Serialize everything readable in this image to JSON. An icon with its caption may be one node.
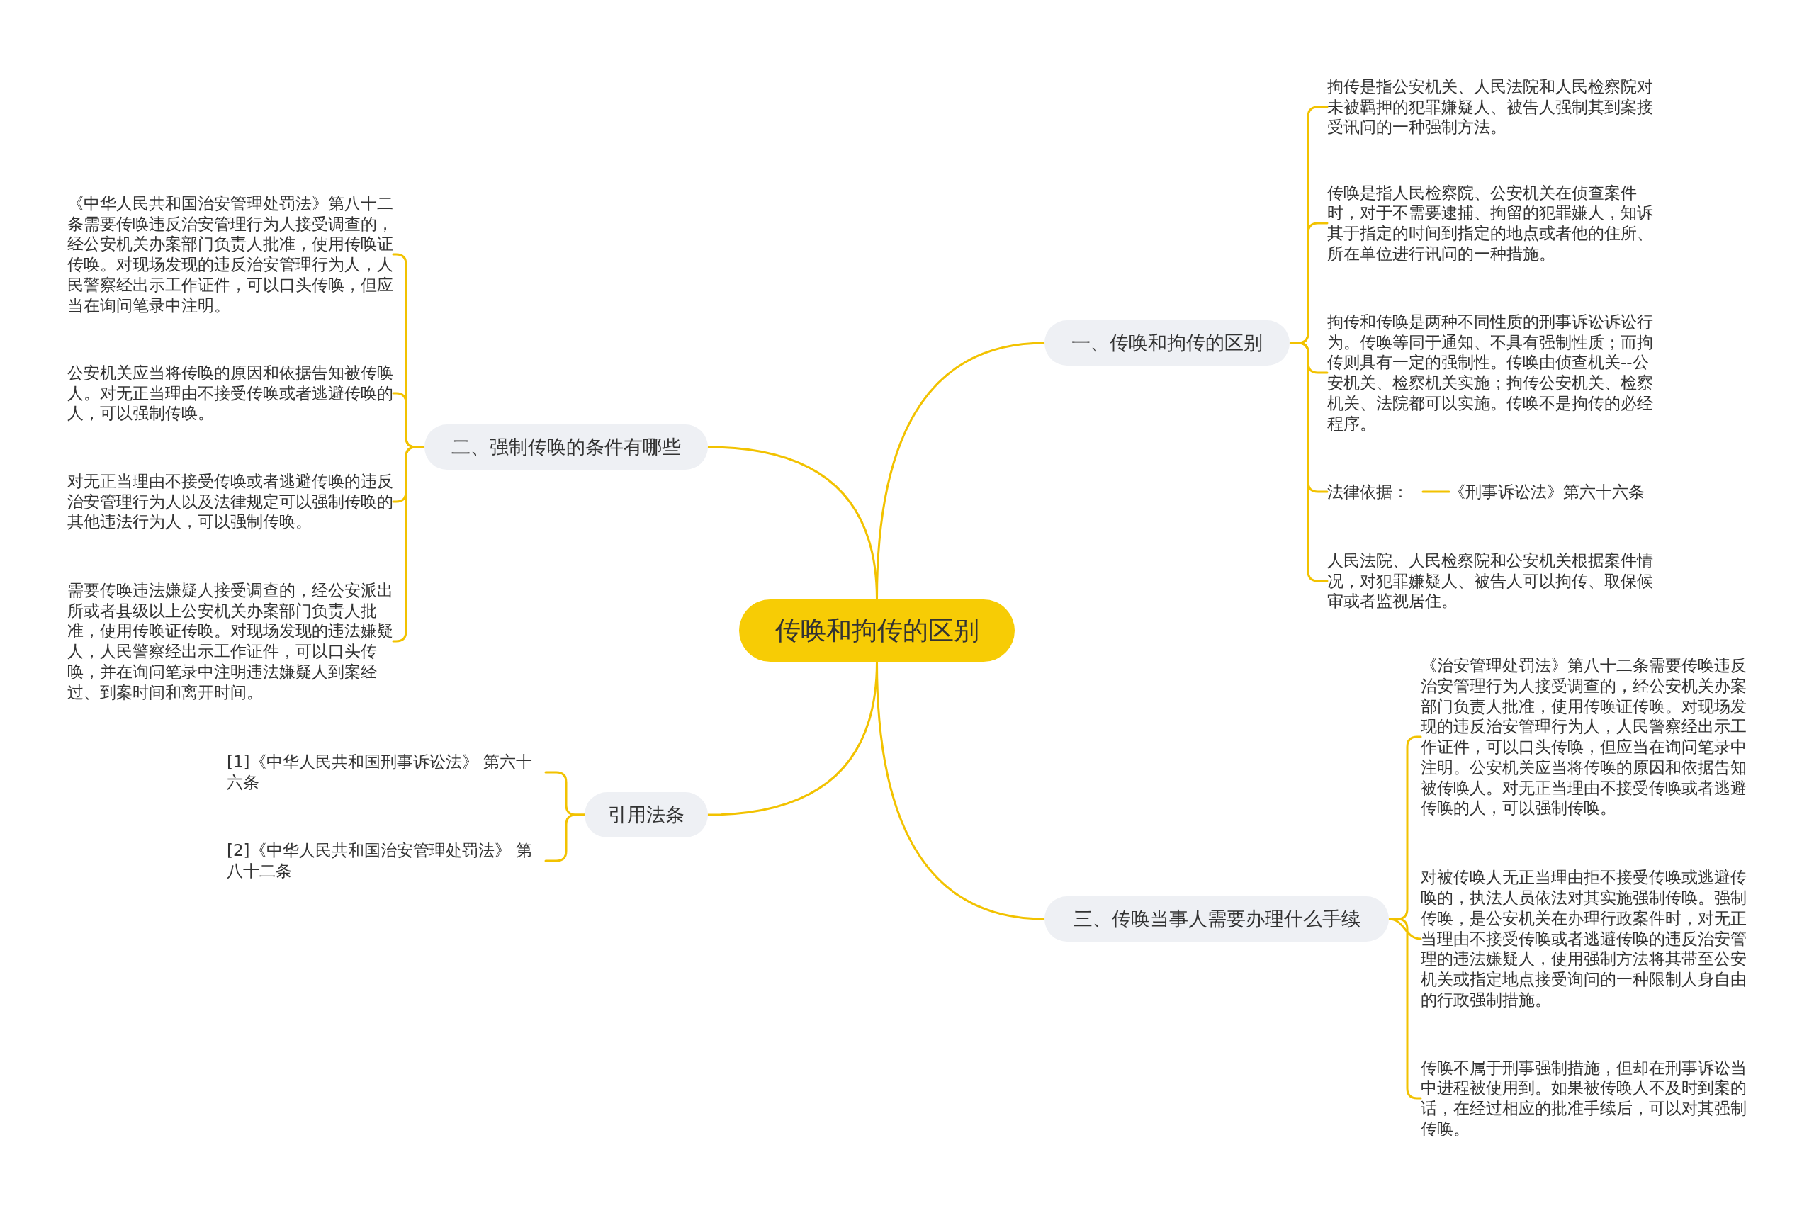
{
  "diagram": {
    "nodes": [
      {
        "text": [
          "传唤和拘传的区别"
        ]
      },
      {
        "text": [
          "一、传唤和拘传的区别"
        ]
      },
      {
        "text": [
          "拘传是指公安机关、人民法院和人民检察院对未被羁押的犯罪嫌疑人、被告人强制其到案接受讯问的一种强制方法。"
        ]
      },
      {
        "text": [
          "传唤是指人民检察院、公安机关在侦查案件时，对于不需要逮捕、拘留的犯罪嫌人，知诉其于指定的时间到指定的地点或者他的住所、所在单位进行讯问的一种措施。"
        ]
      },
      {
        "text": [
          "拘传和传唤是两种不同性质的刑事诉讼诉讼行为。传唤等同于通知、不具有强制性质；而拘传则具有一定的强制性。传唤由侦查机关--公安机关、检察机关实施；拘传公安机关、检察机关、法院都可以实施。传唤不是拘传的必经程序。"
        ]
      },
      {
        "text": [
          "法律依据："
        ]
      },
      {
        "text": [
          "《刑事诉讼法》第六十六条"
        ]
      },
      {
        "text": [
          "人民法院、人民检察院和公安机关根据案件情况，对犯罪嫌疑人、被告人可以拘传、取保候审或者监视居住。"
        ]
      },
      {
        "text": [
          "二、强制传唤的条件有哪些"
        ]
      },
      {
        "text": [
          "《中华人民共和国治安管理处罚法》第八十二条需要传唤违反治安管理行为人接受调查的，经公安机关办案部门负责人批准，使用传唤证传唤。对现场发现的违反治安管理行为人，人民警察经出示工作证件，可以口头传唤，但应当在询问笔录中注明。"
        ]
      },
      {
        "text": [
          "公安机关应当将传唤的原因和依据告知被传唤人。对无正当理由不接受传唤或者逃避传唤的人，可以强制传唤。"
        ]
      },
      {
        "text": [
          "对无正当理由不接受传唤或者逃避传唤的违反治安管理行为人以及法律规定可以强制传唤的其他违法行为人，可以强制传唤。"
        ]
      },
      {
        "text": [
          "需要传唤违法嫌疑人接受调查的，经公安派出所或者县级以上公安机关办案部门负责人批准，使用传唤证传唤。对现场发现的违法嫌疑人，人民警察经出示工作证件，可以口头传唤，并在询问笔录中注明违法嫌疑人到案经过、到案时间和离开时间。"
        ]
      },
      {
        "text": [
          "引用法条"
        ]
      },
      {
        "text": [
          "[1]《中华人民共和国刑事诉讼法》 第六十六条"
        ]
      },
      {
        "text": [
          "[2]《中华人民共和国治安管理处罚法》 第八十二条"
        ]
      },
      {
        "text": [
          "三、传唤当事人需要办理什么手续"
        ]
      },
      {
        "text": [
          "《治安管理处罚法》第八十二条需要传唤违反治安管理行为人接受调查的，经公安机关办案部门负责人批准，使用传唤证传唤。对现场发现的违反治安管理行为人，人民警察经出示工作证件，可以口头传唤，但应当在询问笔录中注明。公安机关应当将传唤的原因和依据告知被传唤人。对无正当理由不接受传唤或者逃避传唤的人，可以强制传唤。"
        ]
      },
      {
        "text": [
          "对被传唤人无正当理由拒不接受传唤或逃避传唤的，执法人员依法对其实施强制传唤。强制传唤，是公安机关在办理行政案件时，对无正当理由不接受传唤或者逃避传唤的违反治安管理的违法嫌疑人，使用强制方法将其带至公安机关或指定地点接受询问的一种限制人身自由的行政强制措施。"
        ]
      },
      {
        "text": [
          "传唤不属于刑事强制措施，但却在刑事诉讼当中进程被使用到。如果被传唤人不及时到案的话，在经过相应的批准手续后，可以对其强制传唤。"
        ]
      }
    ],
    "edges": [
      {
        "from": 0,
        "to": 1,
        "arrow": "none"
      },
      {
        "from": 1,
        "to": 2,
        "arrow": "none"
      },
      {
        "from": 1,
        "to": 3,
        "arrow": "none"
      },
      {
        "from": 1,
        "to": 4,
        "arrow": "none"
      },
      {
        "from": 1,
        "to": 5,
        "arrow": "none"
      },
      {
        "from": 5,
        "to": 6,
        "arrow": "none"
      },
      {
        "from": 1,
        "to": 7,
        "arrow": "none"
      },
      {
        "from": 0,
        "to": 8,
        "arrow": "none"
      },
      {
        "from": 8,
        "to": 9,
        "arrow": "none"
      },
      {
        "from": 8,
        "to": 10,
        "arrow": "none"
      },
      {
        "from": 8,
        "to": 11,
        "arrow": "none"
      },
      {
        "from": 8,
        "to": 12,
        "arrow": "none"
      },
      {
        "from": 0,
        "to": 13,
        "arrow": "none"
      },
      {
        "from": 13,
        "to": 14,
        "arrow": "none"
      },
      {
        "from": 13,
        "to": 15,
        "arrow": "none"
      },
      {
        "from": 0,
        "to": 16,
        "arrow": "none"
      },
      {
        "from": 16,
        "to": 17,
        "arrow": "none"
      },
      {
        "from": 16,
        "to": 18,
        "arrow": "none"
      },
      {
        "from": 16,
        "to": 19,
        "arrow": "none"
      }
    ]
  }
}
